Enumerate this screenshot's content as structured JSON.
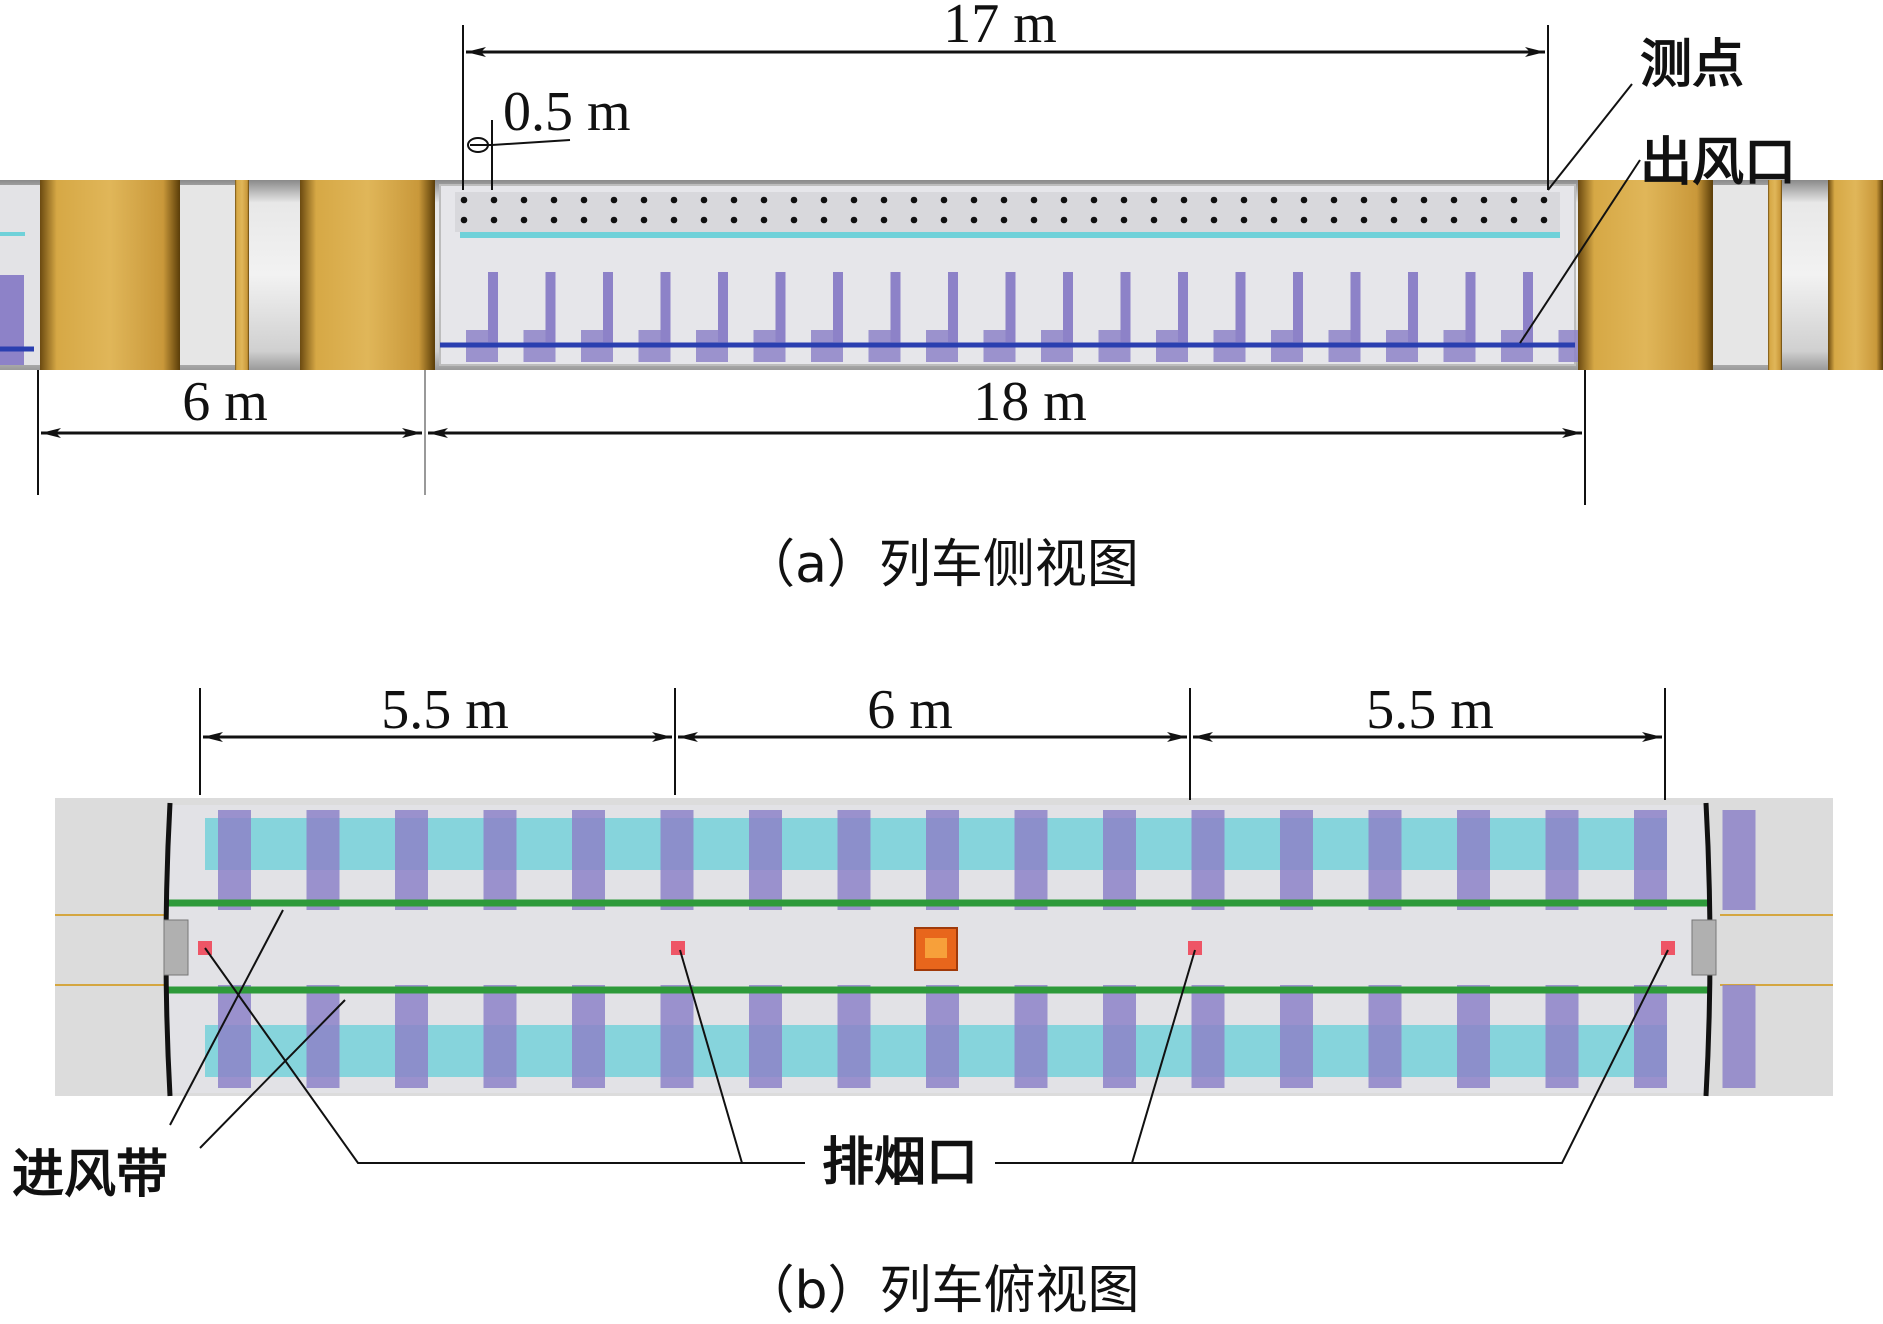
{
  "side_view": {
    "dim_top": "17 m",
    "dim_spacing": "0.5 m",
    "dim_left": "6 m",
    "dim_main": "18 m",
    "label_points": "测点",
    "label_outlet": "出风口",
    "caption": "（a）列车侧视图"
  },
  "top_view": {
    "dim_seg1": "5.5 m",
    "dim_seg2": "6 m",
    "dim_seg3": "5.5 m",
    "label_inlet": "进风带",
    "label_exhaust": "排烟口",
    "caption": "（b）列车俯视图"
  },
  "colors": {
    "tunnel": "#d9d9d9",
    "car_body": "#e6e6ea",
    "bogie": "#d4a640",
    "vent_purple": "#8d82c8",
    "inlet_cyan": "#6fd1d9",
    "rail_green": "#2e9a3a",
    "exhaust_red": "#ee5566",
    "fire_orange": "#e8661c",
    "blue_line": "#2a3fb0"
  }
}
